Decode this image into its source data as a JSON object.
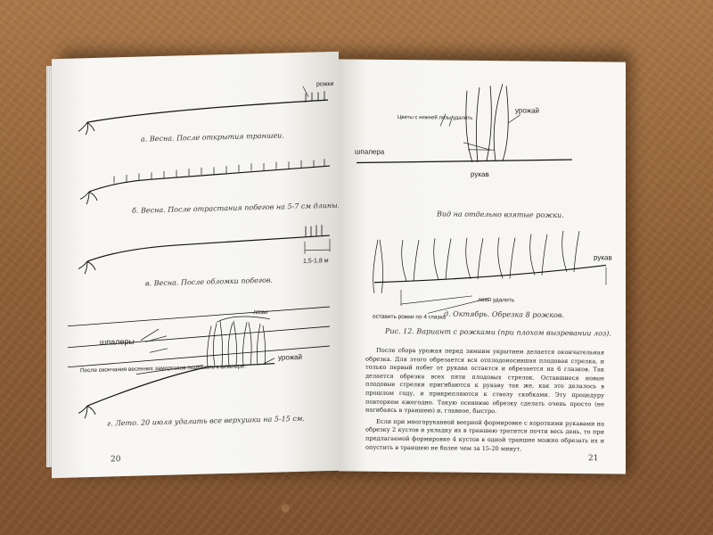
{
  "left_page": {
    "captions": {
      "a": "а. Весна. После открытия траншеи.",
      "b": "б. Весна. После отрастания побегов на 5-7 см длины.",
      "v": "в. Весна. После обломки побегов.",
      "g": "г. Лето. 20 июля удалить все верхушки на 5-15 см."
    },
    "labels": {
      "rozhki": "рожки",
      "dimension": "1,5-1,8 м",
      "pozy": "лозы",
      "shpalery": "шпалеры",
      "after_frosts": "После окончания весенних заморозков подвязать к шпалере.",
      "urozhay": "урожай"
    },
    "page_number": "20"
  },
  "right_page": {
    "labels": {
      "urozhay": "урожай",
      "flowers_note": "Цветы с нижней лозы удалить",
      "shpalera": "шпалера",
      "rukav": "рукав",
      "rukav2": "рукав",
      "pozy_udalit": "лозы удалить",
      "ostavit": "оставить рожки по 4 глазка"
    },
    "captions": {
      "view": "Вид на отдельно взятые рожки.",
      "d": "д. Октябрь. Обрезка 8 рожков.",
      "fig": "Рис. 12. Вариант с рожками (при плохом вызревании лоз)."
    },
    "paragraphs": [
      "После сбора урожая перед зимним укрытием делается окончательная обрезка. Для этого обрезается вся отплодоносившая плодовая стрелка, и только первый побег от рукава остается и обрезается на 6 глазков. Так делается обрезка всех пяти плодовых стрелок. Оставшиеся новые плодовые стрелки пригибаются к рукаву так же, как это делалось в прошлом году, и прикрепляются к стволу скобками. Эту процедуру повторяем ежегодно. Такую осеннюю обрезку сделать очень просто (не нагибаясь в траншею) и, главное, быстро.",
      "Если при многорукавной веерной формировке с короткими рукавами на обрезку 2 кустов и укладку их в траншею тратится почти весь день, то при предлагаемой формировке 4 кустов в одной траншее можно обрезать их и опустить в траншею не более чем за 15-20 минут."
    ],
    "page_number": "21"
  },
  "colors": {
    "table": "#9a6a3e",
    "paper": "#f7f6f2",
    "ink": "#222222"
  }
}
